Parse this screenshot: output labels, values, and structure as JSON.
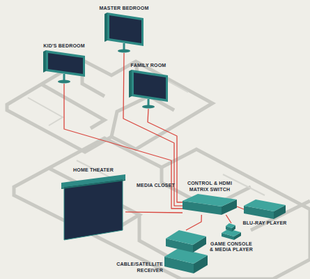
{
  "diagram": {
    "nodes": [
      {
        "text": [
          "KID'S BEDROOM"
        ]
      },
      {
        "text": [
          "MASTER BEDROOM"
        ]
      },
      {
        "text": [
          "FAMILY ROOM"
        ]
      },
      {
        "text": [
          "HOME THEATER"
        ]
      },
      {
        "text": [
          "CONTROL & HDMI MATRIX SWITCH"
        ]
      },
      {
        "text": [
          "BLU-RAY PLAYER"
        ]
      },
      {
        "text": [
          "GAME CONSOLE & MEDIA PLAYER"
        ]
      },
      {
        "text": [
          "CABLE/SATELLITE RECEIVER"
        ]
      }
    ],
    "edges": [
      {
        "from": 0,
        "to": 4,
        "arrow": "none"
      },
      {
        "from": 1,
        "to": 4,
        "arrow": "none"
      },
      {
        "from": 2,
        "to": 4,
        "arrow": "none"
      },
      {
        "from": 3,
        "to": 4,
        "arrow": "none"
      },
      {
        "from": 4,
        "to": 5,
        "arrow": "none"
      },
      {
        "from": 4,
        "to": 6,
        "arrow": "none"
      },
      {
        "from": 4,
        "to": 7,
        "arrow": "none"
      }
    ],
    "labels": [
      "MEDIA CLOSET"
    ]
  }
}
